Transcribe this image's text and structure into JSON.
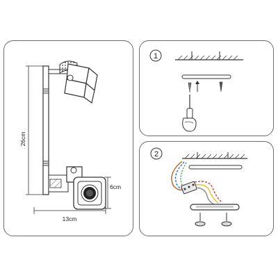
{
  "product_dimensions": {
    "height_label": "26cm",
    "shade_label": "6cm",
    "width_label": "13cm"
  },
  "steps": [
    {
      "number": "1"
    },
    {
      "number": "2"
    }
  ],
  "wire_colors": {
    "brown": "#b5651d",
    "blue": "#2f6fd0",
    "yellow": "#e0c020",
    "green": "#36a548",
    "red": "#d23a3a"
  }
}
